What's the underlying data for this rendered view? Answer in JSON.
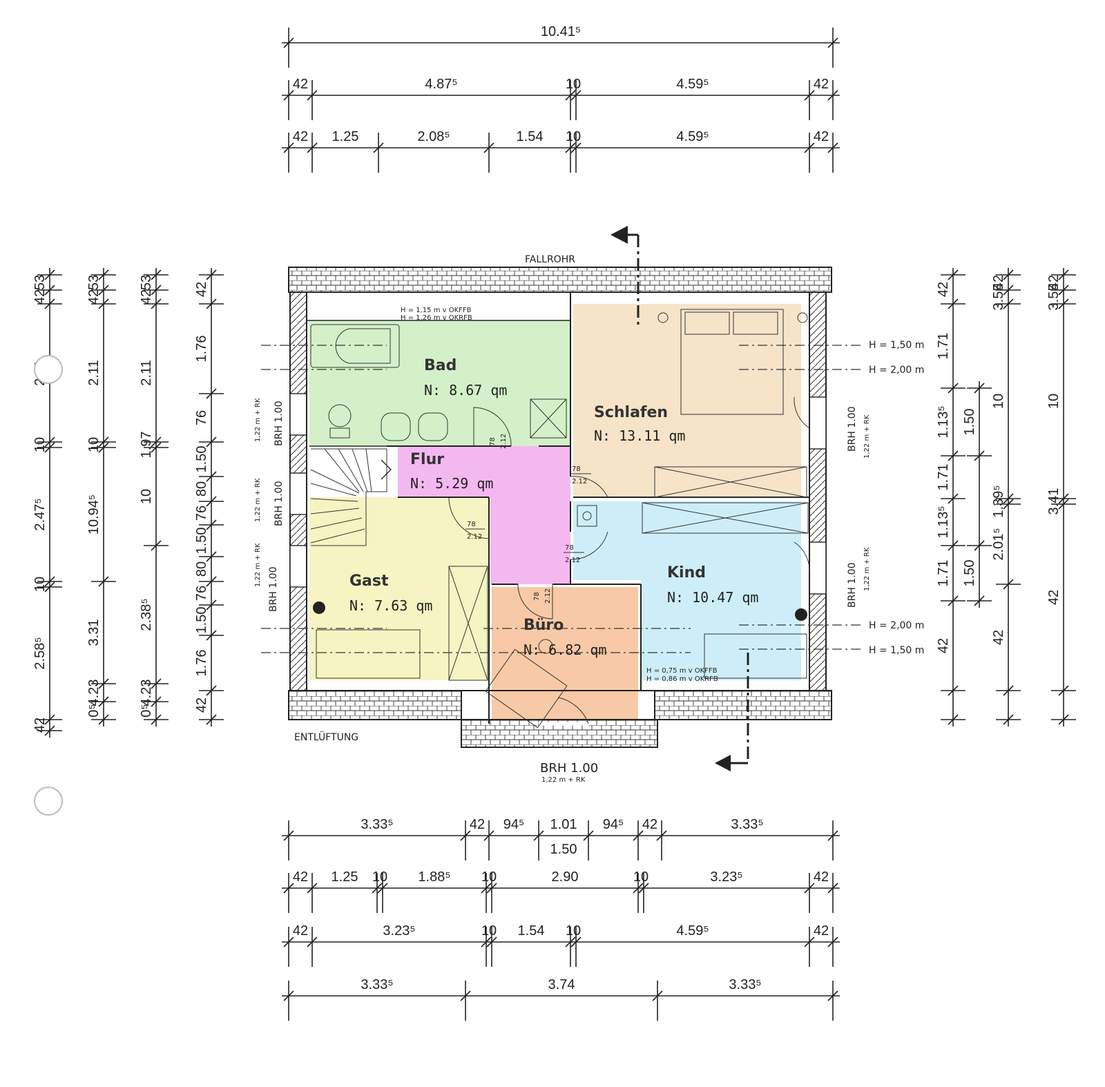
{
  "colors": {
    "bad": "#d4f0c8",
    "schlafen": "#f6e3c8",
    "flur": "#f4b8f0",
    "gast": "#f5f4c2",
    "buero": "#f7c9a6",
    "kind": "#cdeef8"
  },
  "rooms": {
    "bad": {
      "name": "Bad",
      "area": "N:  8.67  qm"
    },
    "schlafen": {
      "name": "Schlafen",
      "area": "N:  13.11  qm"
    },
    "flur": {
      "name": "Flur",
      "area": "N:  5.29  qm"
    },
    "gast": {
      "name": "Gast",
      "area": "N:  7.63  qm"
    },
    "buero": {
      "name": "Büro",
      "area": "N:  6.82  qm"
    },
    "kind": {
      "name": "Kind",
      "area": "N:  10.47  qm"
    }
  },
  "labels": {
    "fallrohr": "FALLROHR",
    "entlueftung": "ENTLÜFTUNG",
    "brh_bottom": "BRH 1.00",
    "brh_bottom_sub": "1,22 m + RK",
    "brh_left": "BRH 1.00",
    "brh_left_sub": "1,22 m + RK",
    "brh_right": "BRH 1.00",
    "brh_right_sub": "1,22 m + RK",
    "bath_note_1": "H = 1,15 m v OKFFB",
    "bath_note_2": "H = 1,26 m v OKRFB",
    "kind_note_1": "H = 0,75 m v OKFFB",
    "kind_note_2": "H = 0,86 m v OKRFB",
    "h150": "H = 1,50 m",
    "h200": "H = 2,00 m",
    "door_w": "78",
    "door_h": "2.12"
  },
  "top_dims": {
    "row1": [
      "10.41⁵"
    ],
    "row2": [
      "42",
      "4.87⁵",
      "10",
      "4.59⁵",
      "42"
    ],
    "row3": [
      "42",
      "1.25",
      "2.08⁵",
      "1.54",
      "10",
      "4.59⁵",
      "42"
    ]
  },
  "bottom_dims": {
    "row1": [
      "3.33⁵",
      "42",
      "94⁵",
      "1.01",
      "94⁵",
      "42",
      "3.33⁵"
    ],
    "row1_sub": "1.50",
    "row2": [
      "42",
      "1.25",
      "10",
      "1.88⁵",
      "10",
      "2.90",
      "10",
      "3.23⁵",
      "42"
    ],
    "row3": [
      "42",
      "3.23⁵",
      "10",
      "1.54",
      "10",
      "4.59⁵",
      "42"
    ],
    "row4": [
      "3.33⁵",
      "3.74",
      "3.33⁵"
    ]
  },
  "left_dims": {
    "col1": [
      "53",
      "42",
      "2.11",
      "10",
      "2.47⁵",
      "10",
      "2.58⁵",
      "42"
    ],
    "col2": [
      "53",
      "42",
      "2.11",
      "10",
      "10.94⁵",
      "3.31",
      "4.23",
      "0⁵"
    ],
    "col3": [
      "53",
      "42",
      "2.11",
      "1.97",
      "10",
      "2.38⁵",
      "4.23",
      "0⁵"
    ],
    "col4": [
      "42",
      "1.76",
      "76",
      "1.50",
      "80",
      "76",
      "1.50",
      "80",
      "76",
      "1.50",
      "1.76",
      "42"
    ]
  },
  "right_dims": {
    "col1": [
      "42",
      "1.71",
      "1.13⁵",
      "1.71",
      "1.13⁵",
      "1.71",
      "42"
    ],
    "col2": [
      "1.50",
      "1.50"
    ],
    "col3": [
      "42",
      "3.55",
      "10",
      "1.39⁵",
      "2.01⁵",
      "42"
    ],
    "col4": [
      "42",
      "3.55",
      "10",
      "3.41",
      "42"
    ]
  }
}
